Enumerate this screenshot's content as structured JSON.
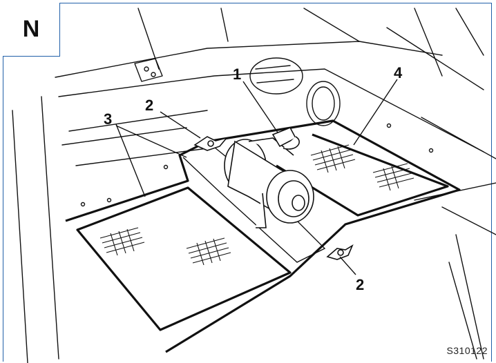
{
  "section_label": "N",
  "figure_code": "S310122",
  "callouts": {
    "c1": "1",
    "c2_top": "2",
    "c2_bottom": "2",
    "c3": "3",
    "c4": "4"
  },
  "colors": {
    "frame": "#1f5fa8",
    "line": "#111111"
  }
}
